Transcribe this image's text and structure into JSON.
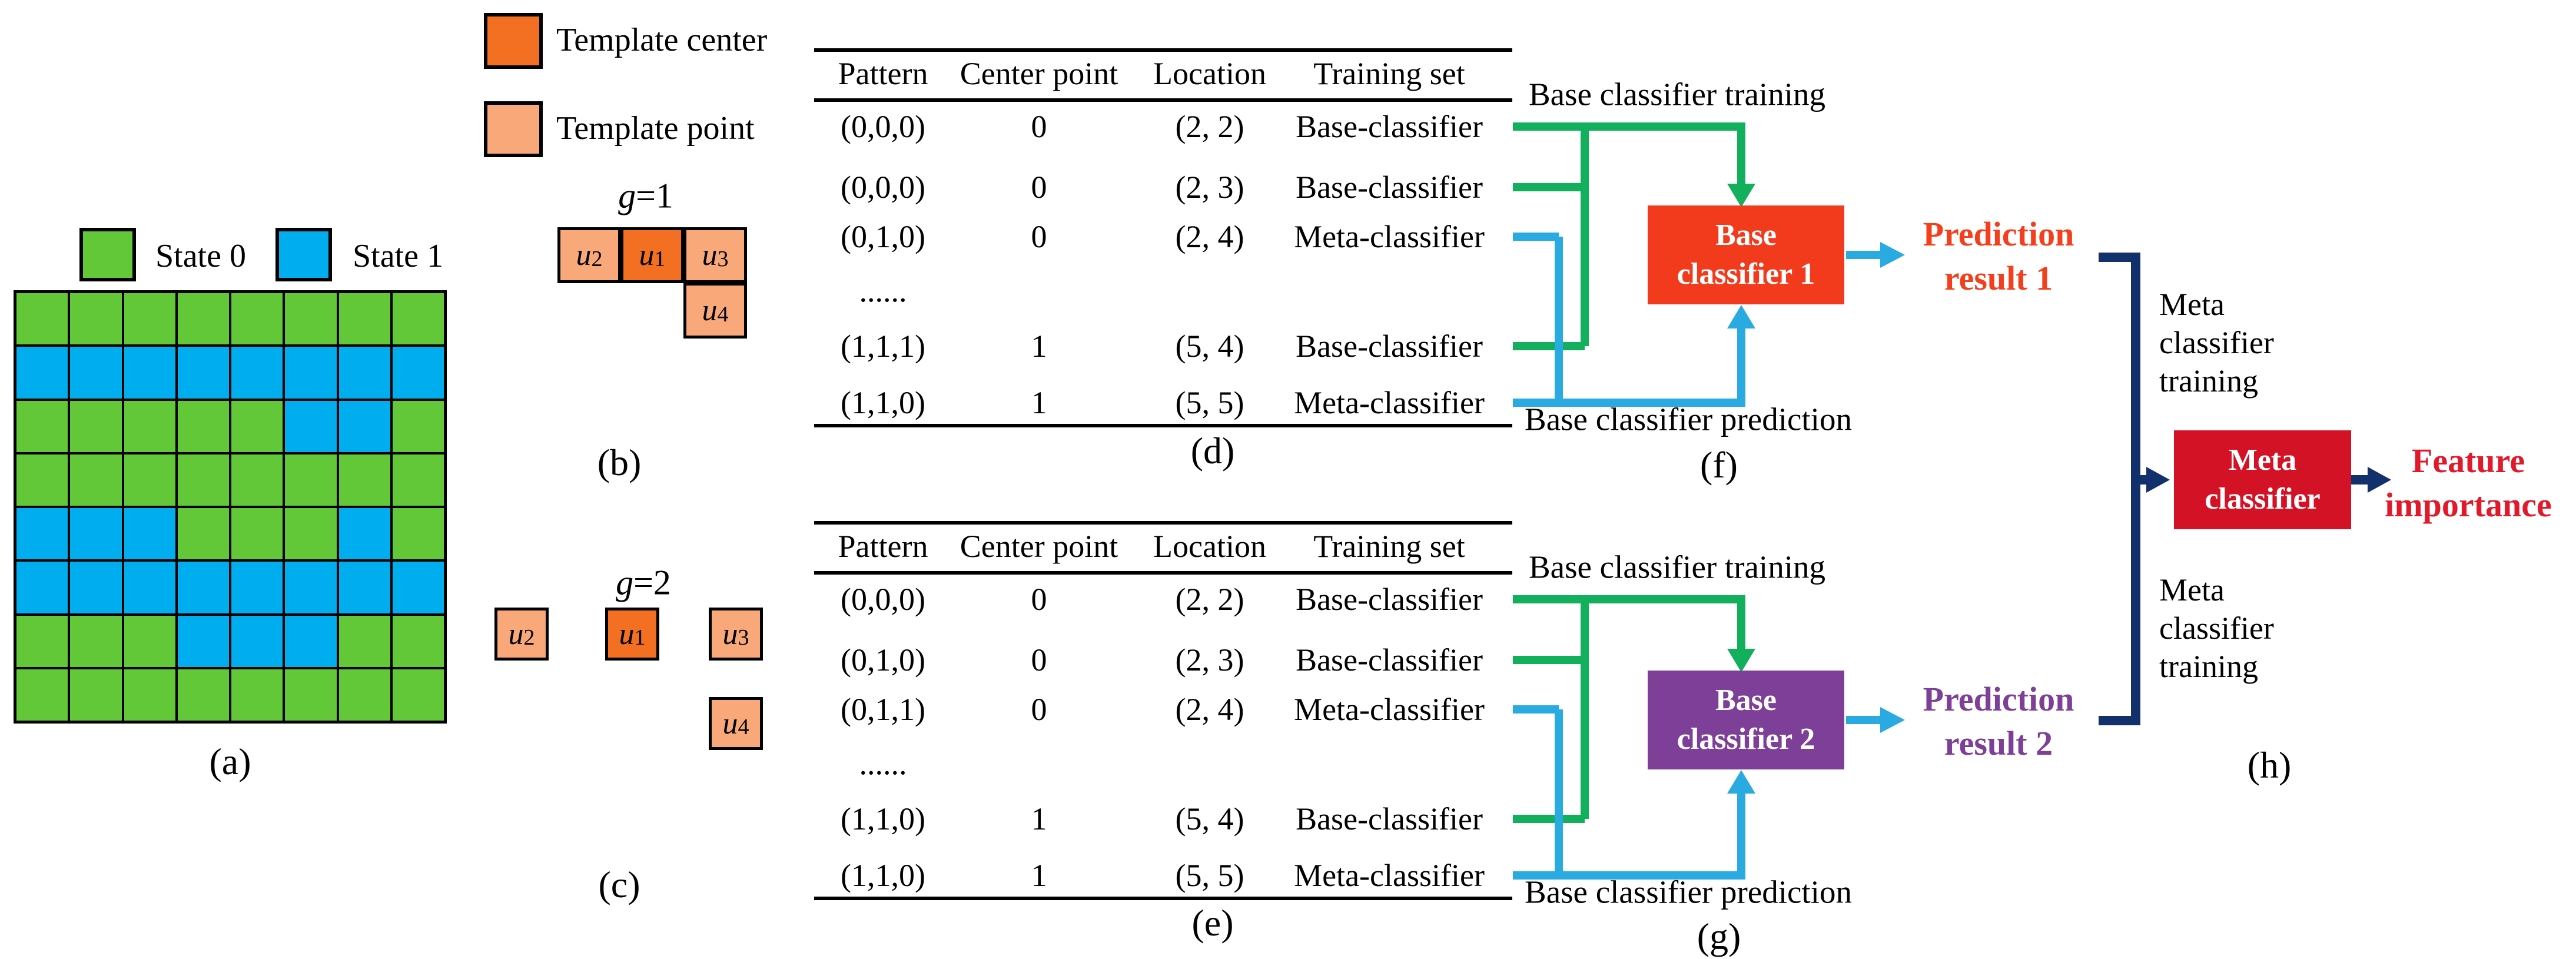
{
  "colors": {
    "state0_green": "#63C838",
    "state1_blue": "#00AEEF",
    "template_center_orange": "#F36F21",
    "template_point_peach": "#F9A87A",
    "arrow_green": "#12B05C",
    "arrow_blue": "#29ABE2",
    "navy": "#12306B",
    "box1_red": "#F23B1C",
    "box2_purple": "#7D3F98",
    "meta_red": "#D41226",
    "result1_text": "#F43F1C",
    "result2_text": "#7D3F98",
    "feature_text": "#E2192B"
  },
  "panel_labels": {
    "a": "(a)",
    "b": "(b)",
    "c": "(c)",
    "d": "(d)",
    "e": "(e)",
    "f": "(f)",
    "g": "(g)",
    "h": "(h)"
  },
  "state_legend": {
    "state0": "State 0",
    "state1": "State 1"
  },
  "template_legend": {
    "center": "Template center",
    "point": "Template point"
  },
  "grid": {
    "rows": [
      "gggggggg",
      "bbbbbbbb",
      "gggggbbg",
      "gggggggg",
      "bbbgggbg",
      "bbbbbbbb",
      "gggbbbgg",
      "gggggggg"
    ]
  },
  "templates": {
    "b": {
      "title_var": "g",
      "title_rest": "=1",
      "u1": {
        "base": "u",
        "sub": "1"
      },
      "u2": {
        "base": "u",
        "sub": "2"
      },
      "u3": {
        "base": "u",
        "sub": "3"
      },
      "u4": {
        "base": "u",
        "sub": "4"
      }
    },
    "c": {
      "title_var": "g",
      "title_rest": "=2",
      "u1": {
        "base": "u",
        "sub": "1"
      },
      "u2": {
        "base": "u",
        "sub": "2"
      },
      "u3": {
        "base": "u",
        "sub": "3"
      },
      "u4": {
        "base": "u",
        "sub": "4"
      }
    }
  },
  "tables": {
    "d": {
      "headers": [
        "Pattern",
        "Center point",
        "Location",
        "Training set"
      ],
      "rows": [
        {
          "pattern": "(0,0,0)",
          "center": "0",
          "location": "(2, 2)",
          "training": "Base-classifier",
          "line": "green"
        },
        {
          "pattern": "(0,0,0)",
          "center": "0",
          "location": "(2, 3)",
          "training": "Base-classifier",
          "line": "green"
        },
        {
          "pattern": "(0,1,0)",
          "center": "0",
          "location": "(2, 4)",
          "training": "Meta-classifier",
          "line": "blue"
        },
        {
          "pattern": "......",
          "center": "",
          "location": "",
          "training": "",
          "line": null
        },
        {
          "pattern": "(1,1,1)",
          "center": "1",
          "location": "(5, 4)",
          "training": "Base-classifier",
          "line": "green"
        },
        {
          "pattern": "(1,1,0)",
          "center": "1",
          "location": "(5, 5)",
          "training": "Meta-classifier",
          "line": "blue"
        }
      ]
    },
    "e": {
      "headers": [
        "Pattern",
        "Center point",
        "Location",
        "Training set"
      ],
      "rows": [
        {
          "pattern": "(0,0,0)",
          "center": "0",
          "location": "(2, 2)",
          "training": "Base-classifier",
          "line": "green"
        },
        {
          "pattern": "(0,1,0)",
          "center": "0",
          "location": "(2, 3)",
          "training": "Base-classifier",
          "line": "green"
        },
        {
          "pattern": "(0,1,1)",
          "center": "0",
          "location": "(2, 4)",
          "training": "Meta-classifier",
          "line": "blue"
        },
        {
          "pattern": "......",
          "center": "",
          "location": "",
          "training": "",
          "line": null
        },
        {
          "pattern": "(1,1,0)",
          "center": "1",
          "location": "(5, 4)",
          "training": "Base-classifier",
          "line": "green"
        },
        {
          "pattern": "(1,1,0)",
          "center": "1",
          "location": "(5, 5)",
          "training": "Meta-classifier",
          "line": "blue"
        }
      ]
    }
  },
  "flow1": {
    "training_label": "Base classifier training",
    "box_line1": "Base",
    "box_line2": "classifier 1",
    "result_line1": "Prediction",
    "result_line2": "result 1",
    "prediction_label": "Base classifier prediction"
  },
  "flow2": {
    "training_label": "Base classifier training",
    "box_line1": "Base",
    "box_line2": "classifier 2",
    "result_line1": "Prediction",
    "result_line2": "result 2",
    "prediction_label": "Base classifier prediction"
  },
  "meta": {
    "training_top": [
      "Meta",
      "classifier",
      "training"
    ],
    "training_bottom": [
      "Meta",
      "classifier",
      "training"
    ],
    "box_line1": "Meta",
    "box_line2": "classifier",
    "result_line1": "Feature",
    "result_line2": "importance"
  }
}
